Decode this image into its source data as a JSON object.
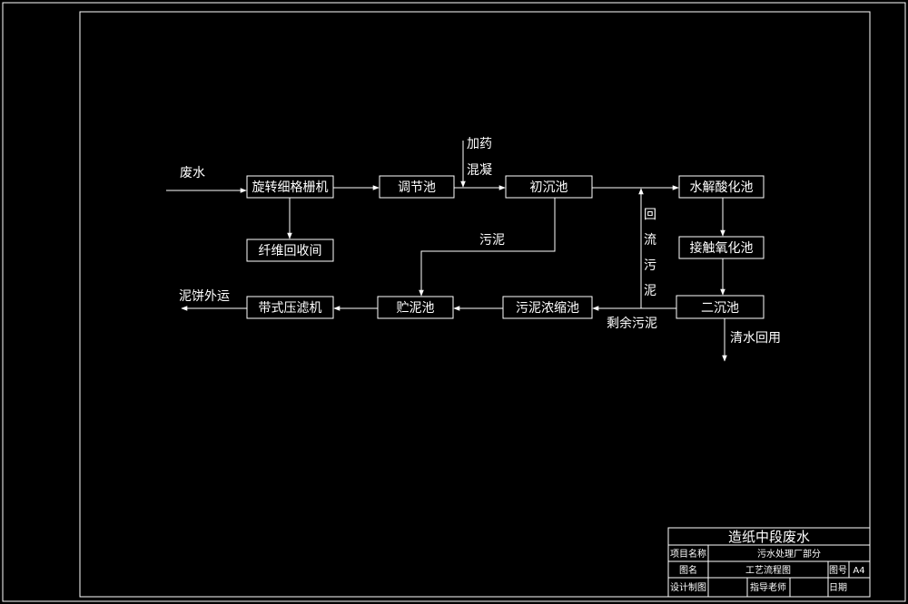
{
  "colors": {
    "background": "#000000",
    "foreground": "#ffffff"
  },
  "nodes": {
    "n1": "旋转细格栅机",
    "n2": "调节池",
    "n3": "初沉池",
    "n4": "水解酸化池",
    "n5": "纤维回收间",
    "n6": "接触氧化池",
    "n7": "带式压滤机",
    "n8": "贮泥池",
    "n9": "污泥浓缩池",
    "n10": "二沉池"
  },
  "labels": {
    "input": "废水",
    "chem_a": "加药",
    "chem_b": "混凝",
    "sludge": "污泥",
    "return_sludge": "回流污泥",
    "excess_sludge": "剩余污泥",
    "clear_water": "清水回用",
    "cake_out": "泥饼外运"
  },
  "title_block": {
    "main_title": "造纸中段废水",
    "project_label": "项目名称",
    "project_value": "污水处理厂部分",
    "drawing_label": "图名",
    "drawing_value": "工艺流程图",
    "number_label": "图号",
    "number_value": "A4",
    "design_label": "设计制图",
    "advisor_label": "指导老师",
    "date_label": "日期"
  }
}
